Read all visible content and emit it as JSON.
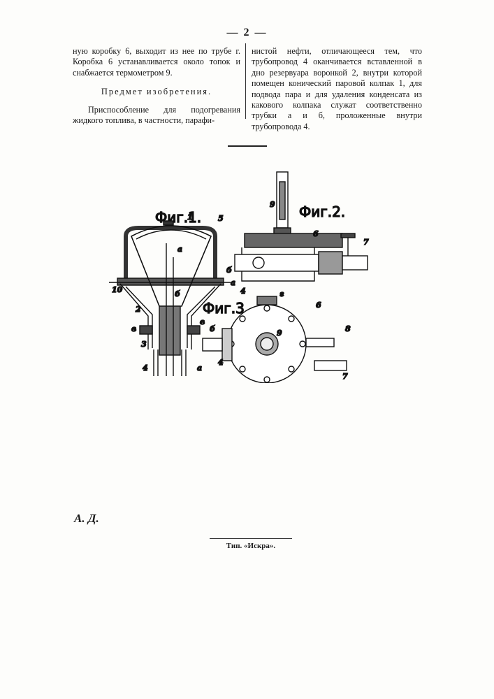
{
  "header": {
    "page_number": "— 2 —"
  },
  "left_column": {
    "continuation": "ную коробку 6, выходит из нее по трубе г. Коробка 6 устанавливается около топок и снабжается термометром 9.",
    "heading": "Предмет изобретения.",
    "claim_start": "Приспособление для подогревания жидкого топлива, в частности, парафи-"
  },
  "right_column": {
    "claim_continuation": "нистой нефти, отличающееся тем, что трубопровод 4 оканчивается вставленной в дно резервуара воронкой 2, внутри которой помещен конический паровой колпак 1, для подвода пара и для удаления конденсата из какового колпака служат соответственно трубки а и б, проложенные внутри трубопровода 4."
  },
  "figures": {
    "fig1_label": "Фиг.1.",
    "fig2_label": "Фиг.2.",
    "fig3_label": "Фиг.3.",
    "fig1_numbers": {
      "n1": "1",
      "n5": "5",
      "na": "а",
      "n10": "10",
      "nb": "б",
      "n2": "2",
      "nv1": "в",
      "nv2": "в",
      "n3": "3",
      "n4": "4"
    },
    "fig2_numbers": {
      "n9": "9",
      "n6": "6",
      "n7": "7",
      "nb": "б",
      "na": "а",
      "n4": "4"
    },
    "fig3_numbers": {
      "ng": "г",
      "n6": "6",
      "n8": "8",
      "n9": "9",
      "nb": "б",
      "na": "а",
      "n4": "4",
      "n7": "7"
    }
  },
  "footer": {
    "initials": "А. Д.",
    "imprint": "Тип. «Искра»."
  }
}
